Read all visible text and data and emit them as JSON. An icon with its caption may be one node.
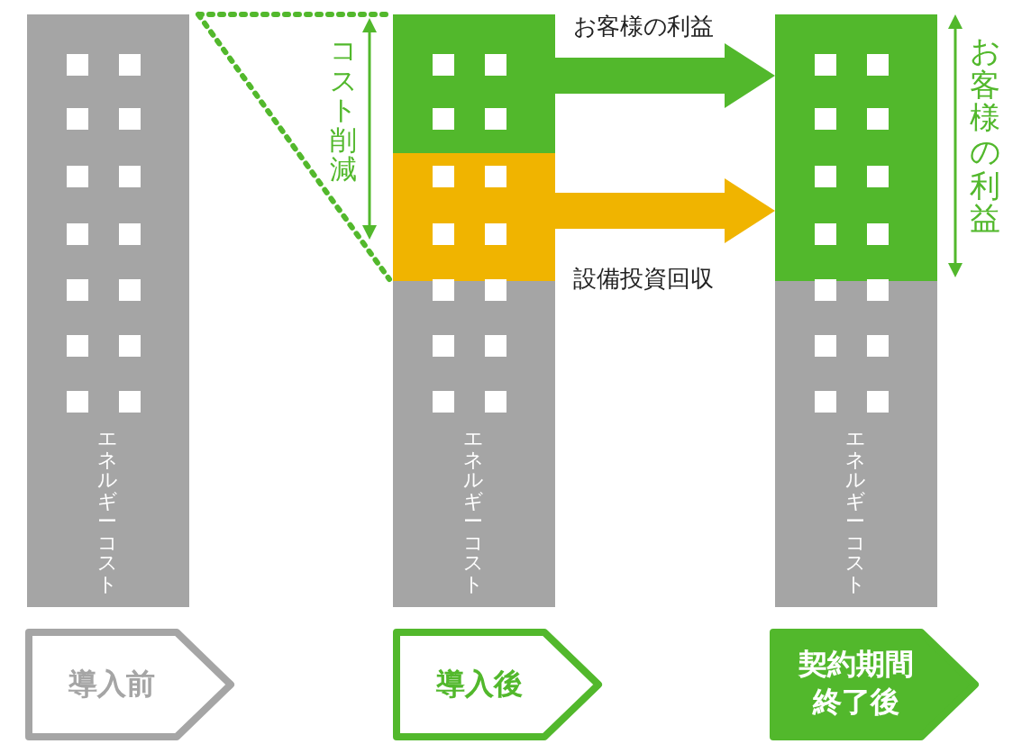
{
  "diagram": {
    "nodes": [
      {
        "text": [
          "エネルギーコスト"
        ]
      },
      {
        "text": [
          "エネルギーコスト"
        ]
      },
      {
        "text": [
          "エネルギーコスト"
        ]
      },
      {
        "text": [
          "導入前"
        ]
      },
      {
        "text": [
          "導入後"
        ]
      },
      {
        "text": [
          "契約期間終了後"
        ]
      }
    ],
    "edges": [
      {
        "from": 1,
        "to": 2,
        "arrow": "to",
        "label": "お客様の利益",
        "color": "#52b82c"
      },
      {
        "from": 1,
        "to": 2,
        "arrow": "to",
        "label": "設備投資回収",
        "color": "#f0b400"
      }
    ],
    "labels": [
      "コスト削減",
      "お客様の利益"
    ]
  }
}
